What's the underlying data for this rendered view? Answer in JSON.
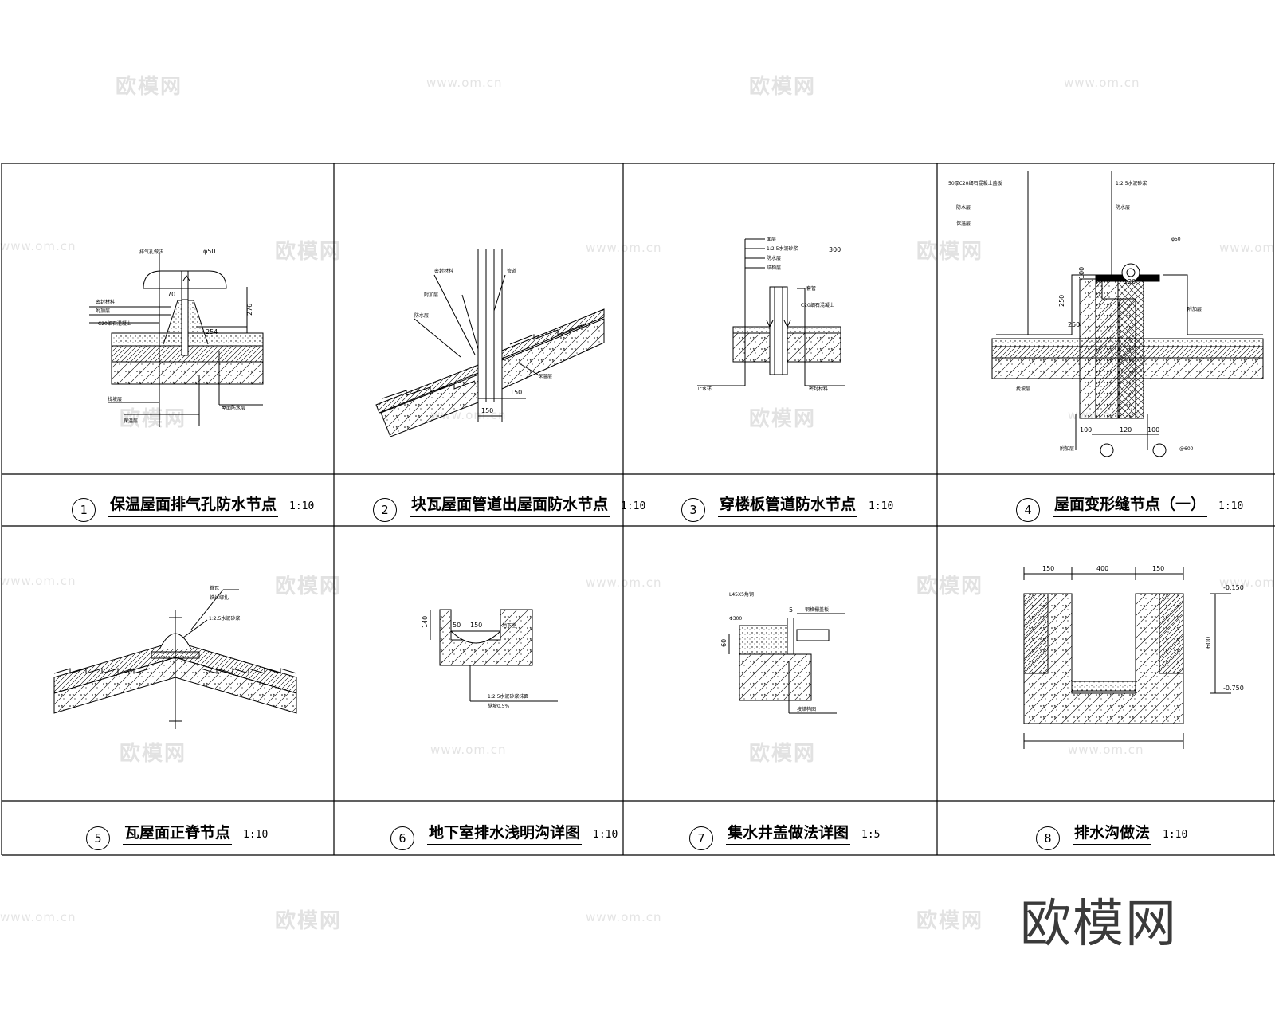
{
  "watermarks": [
    {
      "text": "欧模网",
      "type": "logo"
    },
    {
      "text": "www.om.cn",
      "type": "url"
    }
  ],
  "brand_watermark": "欧模网",
  "details": [
    {
      "num": "1",
      "title": "保温屋面排气孔防水节点",
      "scale": "1:10"
    },
    {
      "num": "2",
      "title": "块瓦屋面管道出屋面防水节点",
      "scale": "1:10"
    },
    {
      "num": "3",
      "title": "穿楼板管道防水节点",
      "scale": "1:10"
    },
    {
      "num": "4",
      "title": "屋面变形缝节点（一）",
      "scale": "1:10"
    },
    {
      "num": "5",
      "title": "瓦屋面正脊节点",
      "scale": "1:10"
    },
    {
      "num": "6",
      "title": "地下室排水浅明沟详图",
      "scale": "1:10"
    },
    {
      "num": "7",
      "title": "集水井盖做法详图",
      "scale": "1:5"
    },
    {
      "num": "8",
      "title": "排水沟做法",
      "scale": "1:10"
    }
  ],
  "dims": {
    "d1": [
      "φ50",
      "70",
      "276",
      "254",
      "C20细石混凝土"
    ],
    "d2": [
      "150",
      "150"
    ],
    "d3": [
      "300",
      "C20细石混凝土"
    ],
    "d4": [
      "100",
      "120",
      "250",
      "250",
      "100",
      "120",
      "100"
    ],
    "d5": [
      "1:2.5水泥砂浆"
    ],
    "d6": [
      "140",
      "50",
      "150",
      "地下室"
    ],
    "d7": [
      "5",
      "60",
      "Φ300"
    ],
    "d8": [
      "150",
      "400",
      "150",
      "-0.150",
      "600",
      "-0.750"
    ]
  }
}
